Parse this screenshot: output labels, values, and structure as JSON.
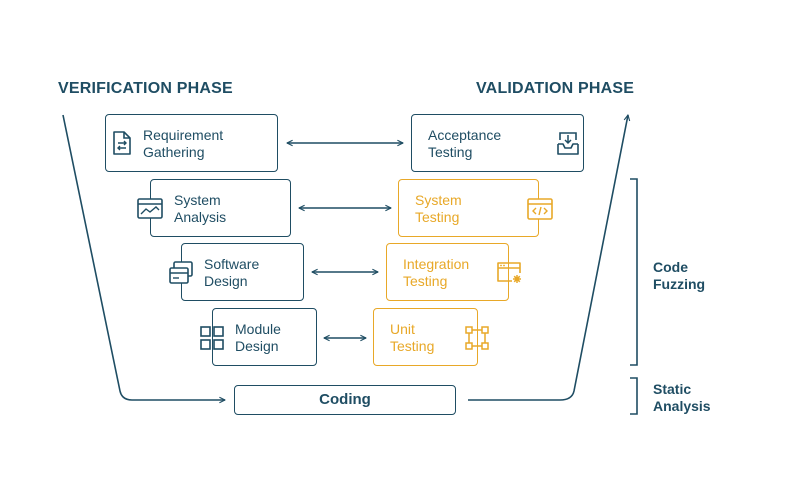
{
  "phases": {
    "verification": "VERIFICATION PHASE",
    "validation": "VALIDATION PHASE"
  },
  "left_boxes": [
    {
      "line1": "Requirement",
      "line2": "Gathering",
      "icon": "document-exchange-icon"
    },
    {
      "line1": "System",
      "line2": "Analysis",
      "icon": "chart-window-icon"
    },
    {
      "line1": "Software",
      "line2": "Design",
      "icon": "stacked-windows-icon"
    },
    {
      "line1": "Module",
      "line2": "Design",
      "icon": "module-grid-icon"
    }
  ],
  "right_boxes": [
    {
      "line1": "Acceptance",
      "line2": "Testing",
      "icon": "inbox-download-icon"
    },
    {
      "line1": "System",
      "line2": "Testing",
      "icon": "code-window-icon"
    },
    {
      "line1": "Integration",
      "line2": "Testing",
      "icon": "window-bug-icon"
    },
    {
      "line1": "Unit",
      "line2": "Testing",
      "icon": "unit-square-icon"
    }
  ],
  "coding": "Coding",
  "side_labels": {
    "code_fuzzing": {
      "line1": "Code",
      "line2": "Fuzzing"
    },
    "static_analysis": {
      "line1": "Static",
      "line2": "Analysis"
    }
  },
  "colors": {
    "primary": "#1f4d63",
    "highlight": "#e8a828",
    "background": "#ffffff"
  }
}
